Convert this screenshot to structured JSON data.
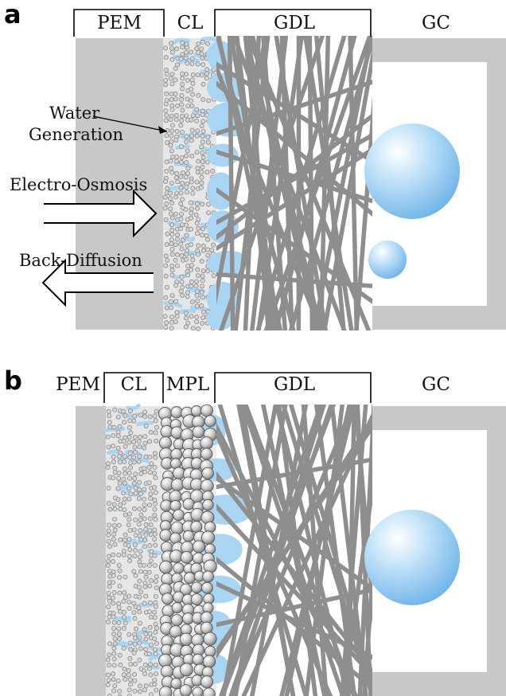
{
  "colors": {
    "gray": "#c8c8c8",
    "fiber": "#8e8e8e",
    "water": "#a9d5f3",
    "water_dark": "#6fb4e8",
    "particle": "#d4d4d4"
  },
  "panel_a": {
    "letter": "a",
    "labels": {
      "pem": "PEM",
      "cl": "CL",
      "gdl": "GDL",
      "gc": "GC"
    },
    "annotations": {
      "water_generation_line1": "Water",
      "water_generation_line2": "Generation",
      "electro_osmosis": "Electro-Osmosis",
      "back_diffusion": "Back-Diffusion"
    }
  },
  "panel_b": {
    "letter": "b",
    "labels": {
      "pem": "PEM",
      "cl": "CL",
      "mpl": "MPL",
      "gdl": "GDL",
      "gc": "GC"
    }
  }
}
